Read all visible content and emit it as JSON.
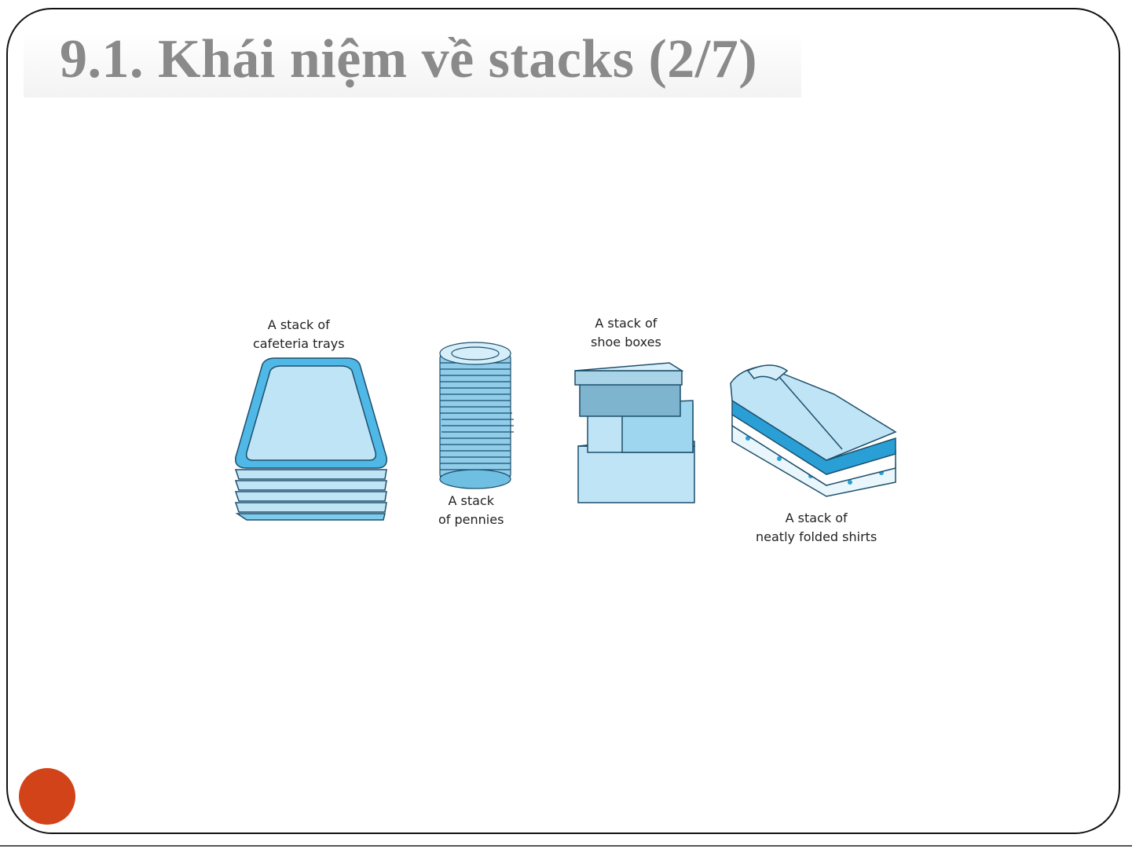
{
  "slide": {
    "title": "9.1. Khái niệm về stacks (2/7)",
    "accent_color": "#d24319"
  },
  "figure": {
    "captions": {
      "trays": [
        "A stack of",
        "cafeteria trays"
      ],
      "pennies": [
        "A stack",
        "of pennies"
      ],
      "boxes": [
        "A stack of",
        "shoe boxes"
      ],
      "shirts": [
        "A stack of",
        "neatly folded shirts"
      ]
    },
    "colors": {
      "light_blue": "#bfe4f6",
      "mid_blue": "#7fcbec",
      "dark_blue": "#2a9fd6",
      "outline": "#1d4f6b"
    }
  }
}
